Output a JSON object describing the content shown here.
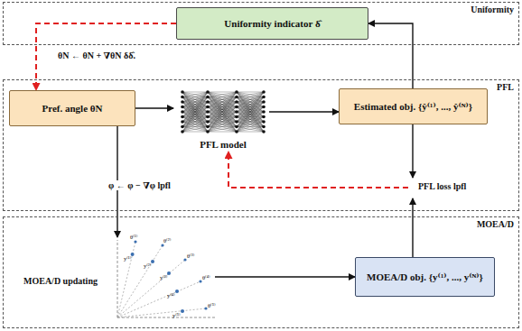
{
  "diagram": {
    "nodes": [
      {
        "text": [
          "Uniformity"
        ]
      },
      {
        "text": [
          "Uniformity indicator δ̂"
        ],
        "in": 0
      },
      {
        "text": [
          "PFL"
        ]
      },
      {
        "text": [
          "Pref. angle θN"
        ],
        "in": 2
      },
      {
        "text": [
          "PFL model"
        ],
        "in": 2
      },
      {
        "text": [
          "Estimated obj. {ŷ⁽¹⁾, ..., ŷ⁽ᴺ⁾}"
        ],
        "in": 2
      },
      {
        "text": [
          "MOEA/D"
        ]
      },
      {
        "text": [
          "MOEA/D obj. {y⁽¹⁾, ..., y⁽ᴺ⁾}"
        ],
        "in": 6
      }
    ],
    "edges": [
      {
        "from": 5,
        "to": 1,
        "arrow": "to"
      },
      {
        "from": 1,
        "to": 3,
        "label": "θN ← θN + ∇θN δδ̂.",
        "arrow": "to"
      },
      {
        "from": 3,
        "to": 4,
        "arrow": "to"
      },
      {
        "from": 4,
        "to": 5,
        "arrow": "to"
      },
      {
        "from": 3,
        "to": 7,
        "arrow": "to"
      },
      {
        "from": 7,
        "to": 4,
        "label": "φ ← φ − ∇φ lpfl",
        "arrow": "to"
      }
    ],
    "labels": [
      "PFL loss lpfl",
      "MOEA/D updating",
      "θ⁽¹⁾",
      "θ⁽²⁾",
      "θ⁽³⁾",
      "θ⁽⁴⁾",
      "θ⁽⁵⁾",
      "y⁽¹⁾",
      "y⁽²⁾",
      "y⁽³⁾",
      "y⁽⁴⁾",
      "y⁽⁵⁾"
    ]
  }
}
